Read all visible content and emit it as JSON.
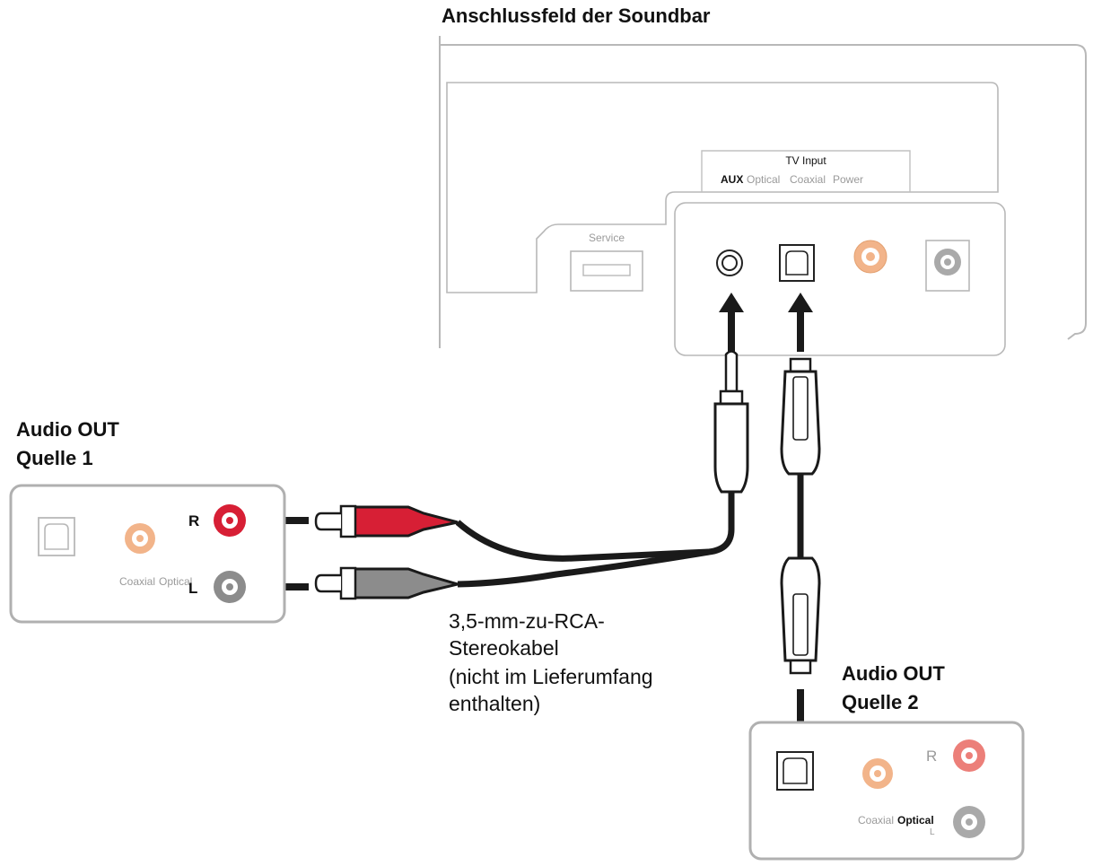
{
  "soundbar": {
    "title": "Anschlussfeld der Soundbar",
    "tv_input_label": "TV Input",
    "port_labels": {
      "aux": "AUX",
      "optical": "Optical",
      "coaxial": "Coaxial",
      "power": "Power"
    },
    "service_label": "Service"
  },
  "source1": {
    "title_line1": "Audio OUT",
    "title_line2": "Quelle 1",
    "label_r": "R",
    "label_l": "L",
    "label_coaxial": "Coaxial",
    "label_optical": "Optical"
  },
  "source2": {
    "title_line1": "Audio OUT",
    "title_line2": "Quelle 2",
    "label_r": "R",
    "label_l": "L",
    "label_coaxial": "Coaxial",
    "label_optical": "Optical"
  },
  "cable": {
    "line1": "3,5-mm-zu-RCA-",
    "line2": "Stereokabel",
    "line3": "(nicht im Lieferumfang",
    "line4": "enthalten)"
  },
  "colors": {
    "rca_red": "#d71f35",
    "rca_grey": "#8c8c8c",
    "coaxial_peach": "#f2b48a",
    "faded_red": "#ec7f79",
    "outline": "#a8a8a8",
    "cable_black": "#1a1a1a"
  }
}
